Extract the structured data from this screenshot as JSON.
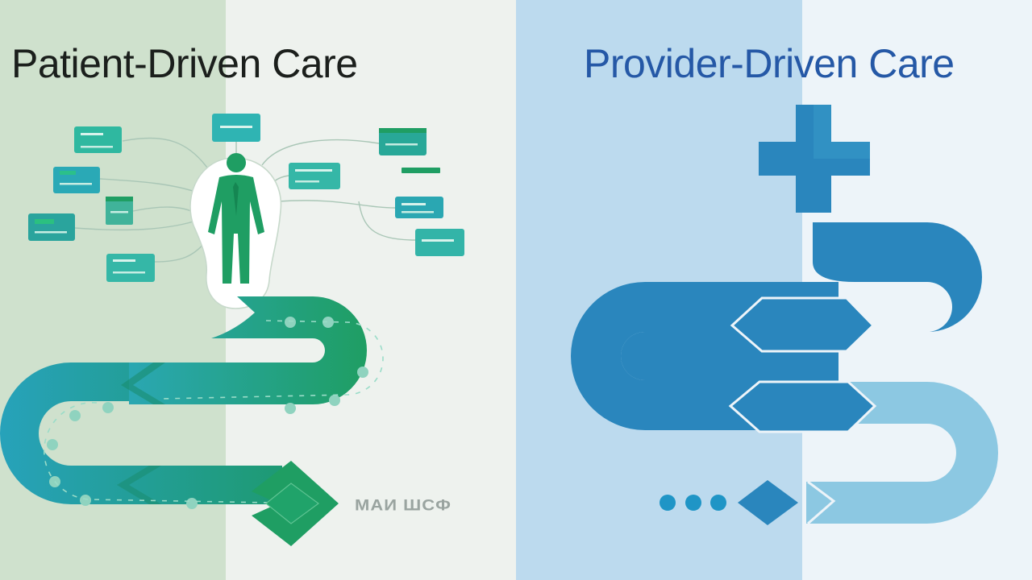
{
  "left_panel": {
    "title": "Patient-Driven Care",
    "caption": "МАИ ШСФ",
    "colors": {
      "accent": "#1f9e63",
      "teal": "#2aa7b2",
      "bg_strip": "#cfe1cd",
      "bg": "#eef2ee"
    }
  },
  "right_panel": {
    "title": "Provider-Driven Care",
    "colors": {
      "accent": "#2a86bd",
      "light": "#8cc8e2",
      "bg_strip": "#bcdaee",
      "bg": "#edf4f9"
    }
  },
  "icons": {
    "person": "person-icon",
    "cross": "medical-cross-icon"
  }
}
